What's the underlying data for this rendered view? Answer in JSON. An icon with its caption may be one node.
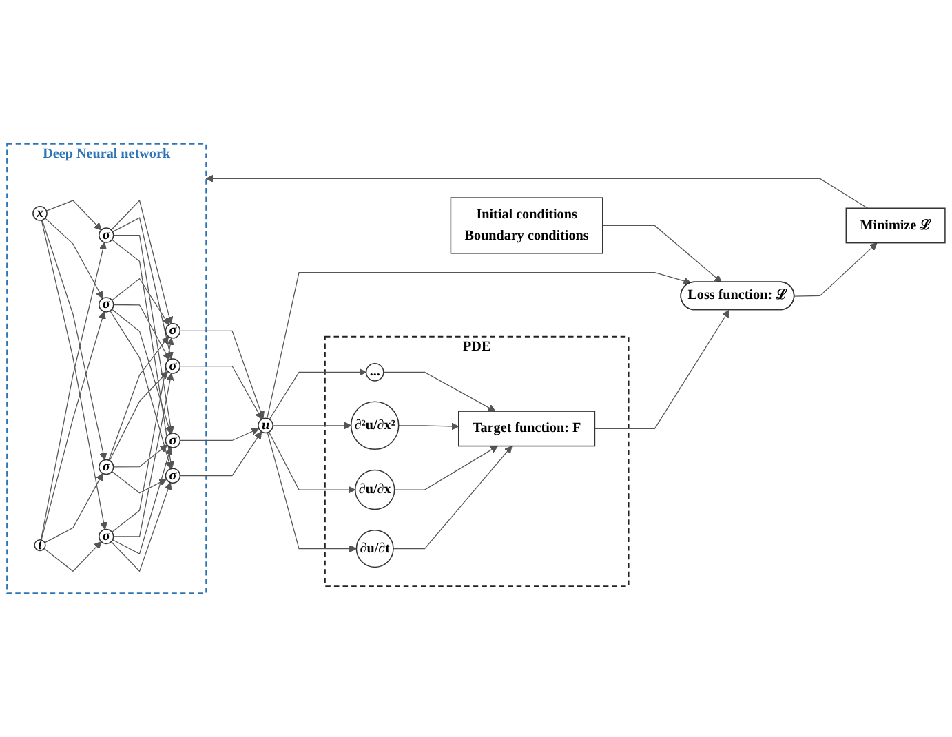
{
  "diagram": {
    "nodes": [
      {
        "text": [
          "Deep Neural network"
        ]
      },
      {
        "text": [
          "x"
        ],
        "in": 0
      },
      {
        "text": [
          "t"
        ],
        "in": 0
      },
      {
        "text": [
          "σ"
        ],
        "in": 0
      },
      {
        "text": [
          "σ"
        ],
        "in": 0
      },
      {
        "text": [
          "σ"
        ],
        "in": 0
      },
      {
        "text": [
          "σ"
        ],
        "in": 0
      },
      {
        "text": [
          "σ"
        ],
        "in": 0
      },
      {
        "text": [
          "σ"
        ],
        "in": 0
      },
      {
        "text": [
          "σ"
        ],
        "in": 0
      },
      {
        "text": [
          "σ"
        ],
        "in": 0
      },
      {
        "text": [
          "u"
        ]
      },
      {
        "text": [
          "PDE"
        ]
      },
      {
        "text": [
          "∂u/∂t"
        ],
        "in": 12
      },
      {
        "text": [
          "∂u/∂x"
        ],
        "in": 12
      },
      {
        "text": [
          "∂²u/∂x²"
        ],
        "in": 12
      },
      {
        "text": [
          "..."
        ],
        "in": 12
      },
      {
        "text": [
          "Target function: F"
        ],
        "in": 12
      },
      {
        "text": [
          "Initial conditions",
          "Boundary conditions"
        ]
      },
      {
        "text": [
          "Loss function: ℒ"
        ]
      },
      {
        "text": [
          "Minimize ℒ"
        ]
      }
    ],
    "edges": [
      {
        "from": 1,
        "to": 3,
        "arrow": "to"
      },
      {
        "from": 1,
        "to": 4,
        "arrow": "to"
      },
      {
        "from": 1,
        "to": 5,
        "arrow": "to"
      },
      {
        "from": 1,
        "to": 6,
        "arrow": "to"
      },
      {
        "from": 2,
        "to": 3,
        "arrow": "to"
      },
      {
        "from": 2,
        "to": 4,
        "arrow": "to"
      },
      {
        "from": 2,
        "to": 5,
        "arrow": "to"
      },
      {
        "from": 2,
        "to": 6,
        "arrow": "to"
      },
      {
        "from": 3,
        "to": 7,
        "arrow": "to"
      },
      {
        "from": 3,
        "to": 8,
        "arrow": "to"
      },
      {
        "from": 3,
        "to": 9,
        "arrow": "to"
      },
      {
        "from": 3,
        "to": 10,
        "arrow": "to"
      },
      {
        "from": 4,
        "to": 7,
        "arrow": "to"
      },
      {
        "from": 4,
        "to": 8,
        "arrow": "to"
      },
      {
        "from": 4,
        "to": 9,
        "arrow": "to"
      },
      {
        "from": 4,
        "to": 10,
        "arrow": "to"
      },
      {
        "from": 5,
        "to": 7,
        "arrow": "to"
      },
      {
        "from": 5,
        "to": 8,
        "arrow": "to"
      },
      {
        "from": 5,
        "to": 9,
        "arrow": "to"
      },
      {
        "from": 5,
        "to": 10,
        "arrow": "to"
      },
      {
        "from": 6,
        "to": 7,
        "arrow": "to"
      },
      {
        "from": 6,
        "to": 8,
        "arrow": "to"
      },
      {
        "from": 6,
        "to": 9,
        "arrow": "to"
      },
      {
        "from": 6,
        "to": 10,
        "arrow": "to"
      },
      {
        "from": 7,
        "to": 11,
        "arrow": "to"
      },
      {
        "from": 8,
        "to": 11,
        "arrow": "to"
      },
      {
        "from": 9,
        "to": 11,
        "arrow": "to"
      },
      {
        "from": 10,
        "to": 11,
        "arrow": "to"
      },
      {
        "from": 11,
        "to": 13,
        "arrow": "to"
      },
      {
        "from": 11,
        "to": 14,
        "arrow": "to"
      },
      {
        "from": 11,
        "to": 15,
        "arrow": "to"
      },
      {
        "from": 11,
        "to": 16,
        "arrow": "to"
      },
      {
        "from": 13,
        "to": 17,
        "arrow": "to"
      },
      {
        "from": 14,
        "to": 17,
        "arrow": "to"
      },
      {
        "from": 15,
        "to": 17,
        "arrow": "to"
      },
      {
        "from": 16,
        "to": 17,
        "arrow": "to"
      },
      {
        "from": 11,
        "to": 19,
        "arrow": "to"
      },
      {
        "from": 18,
        "to": 19,
        "arrow": "to"
      },
      {
        "from": 17,
        "to": 19,
        "arrow": "to"
      },
      {
        "from": 19,
        "to": 20,
        "arrow": "to"
      },
      {
        "from": 20,
        "to": 0,
        "arrow": "to"
      }
    ]
  }
}
